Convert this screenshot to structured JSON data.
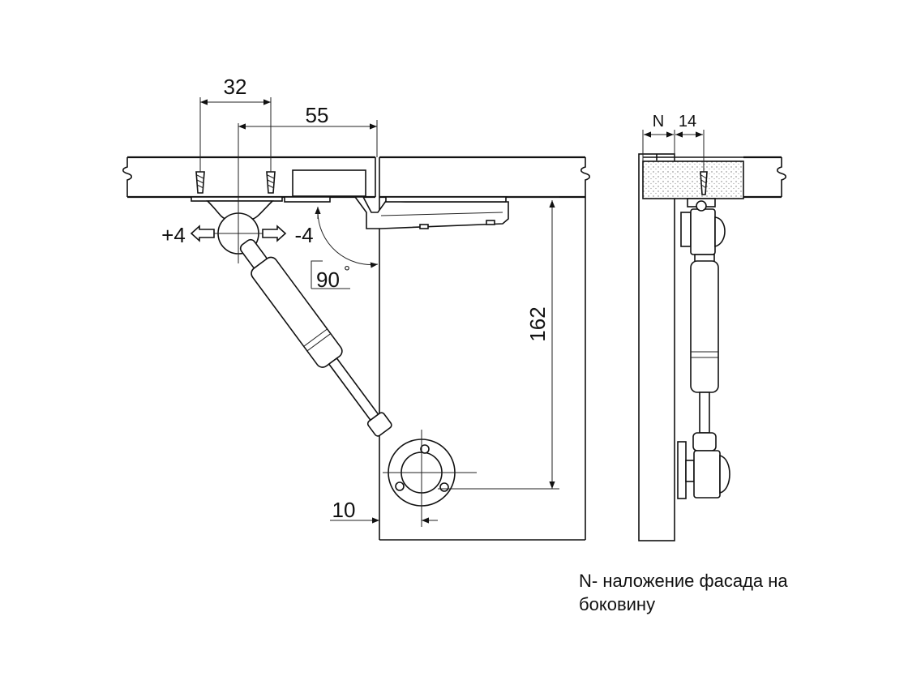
{
  "dimensions": {
    "d32": "32",
    "d55": "55",
    "d162": "162",
    "d10": "10",
    "plus4": "+4",
    "minus4": "-4",
    "angle": "90",
    "angle_unit": "°",
    "n": "N",
    "d14": "14"
  },
  "note": {
    "line1": "N- наложение фасада на",
    "line2": "боковину"
  }
}
